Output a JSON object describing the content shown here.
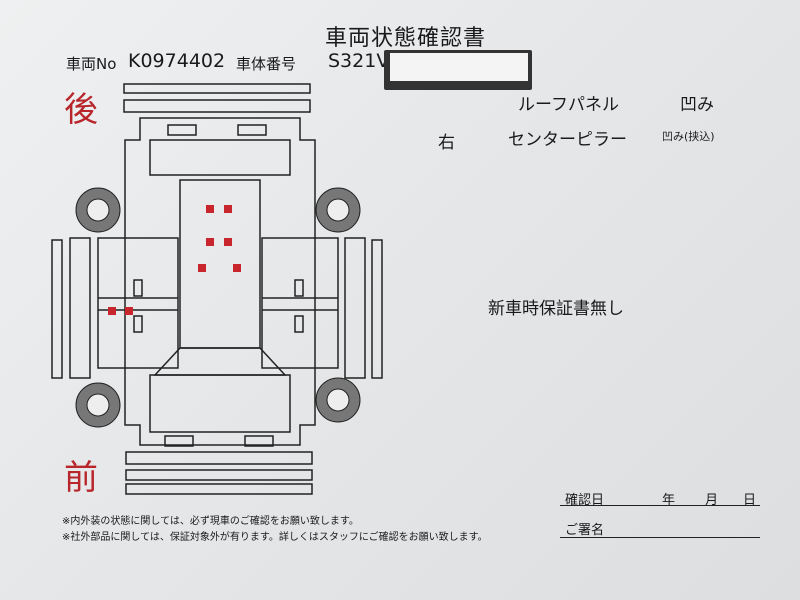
{
  "document": {
    "title": "車両状態確認書",
    "vehicle_no_label": "車両No",
    "vehicle_no": "K0974402",
    "chassis_label": "車体番号",
    "chassis_prefix": "S321V",
    "rear_label": "後",
    "front_label": "前"
  },
  "damage_notes": [
    {
      "side": "",
      "part": "ルーフパネル",
      "condition": "凹み"
    },
    {
      "side": "右",
      "part": "センターピラー",
      "condition": "凹み(挟込)"
    }
  ],
  "warranty_note": "新車時保証書無し",
  "footnotes": [
    "※内外装の状態に関しては、必ず現車のご確認をお願い致します。",
    "※社外部品に関しては、保証対象外が有ります。詳しくはスタッフにご確認をお願い致します。"
  ],
  "signature": {
    "confirm_date_label": "確認日",
    "year": "年",
    "month": "月",
    "day": "日",
    "name_label": "ご署名"
  },
  "colors": {
    "marker": "#c8262c",
    "ink": "#1a1a1a"
  }
}
